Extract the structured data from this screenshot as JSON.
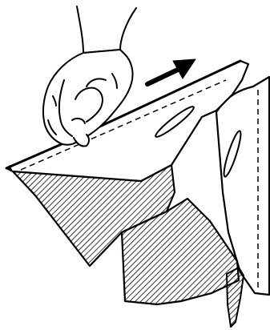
{
  "figure": {
    "type": "line-drawing",
    "colors": {
      "background": "#ffffff",
      "ink": "#000000",
      "hatch": "#000000"
    },
    "parts": {
      "hand": {
        "icon": "hand-icon"
      },
      "arrow": {
        "icon": "arrow-right-icon",
        "direction": "up-right"
      },
      "sheet": {
        "style": "white-paper-with-dashed-fold-line"
      },
      "hatched_panels": {
        "style": "diagonal-hatching",
        "count": 3
      }
    }
  }
}
